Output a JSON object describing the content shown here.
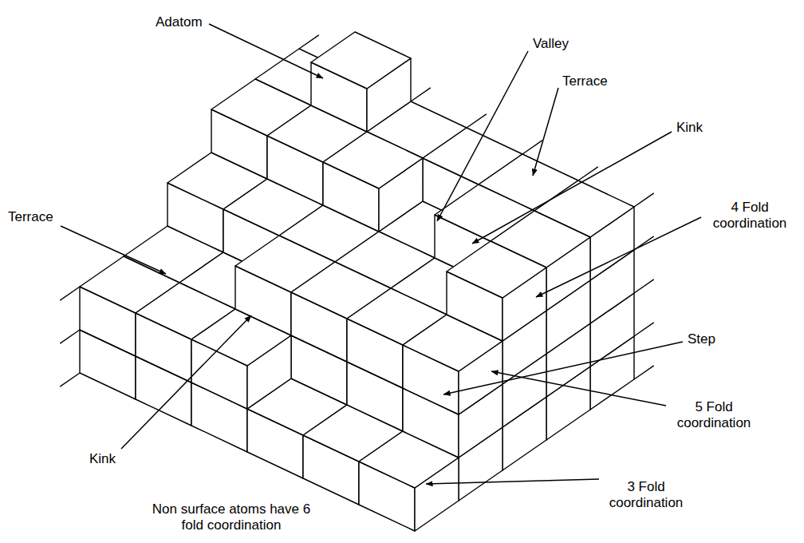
{
  "diagram": {
    "labels": [
      "Adatom",
      "Valley",
      "Terrace",
      "Kink",
      "Terrace",
      "4 Fold coordination",
      "Step",
      "5 Fold coordination",
      "Kink",
      "3 Fold coordination",
      "Non surface atoms have 6 fold coordination"
    ]
  }
}
